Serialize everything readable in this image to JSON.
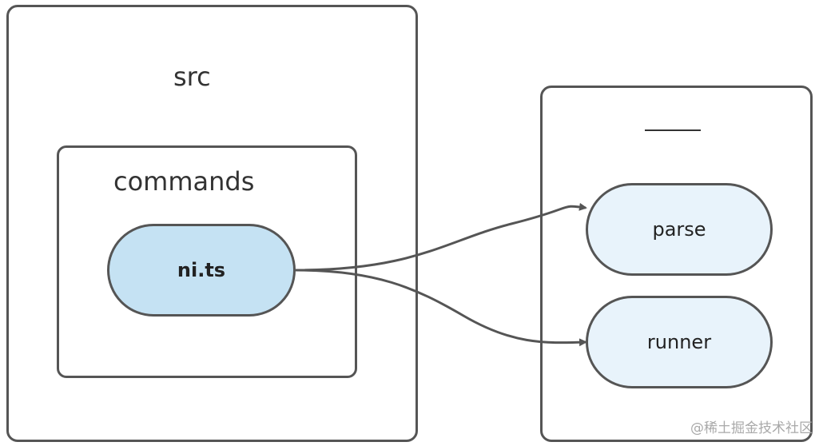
{
  "diagram": {
    "src_label": "src",
    "commands_label": "commands",
    "external_label": "",
    "nodes": {
      "ni": "ni.ts",
      "parse": "parse",
      "runner": "runner"
    },
    "edges": [
      {
        "from": "ni.ts",
        "to": "parse"
      },
      {
        "from": "ni.ts",
        "to": "runner"
      }
    ]
  },
  "colors": {
    "border": "#555555",
    "ni_fill": "#c5e2f3",
    "target_fill": "#e8f3fb",
    "arrow": "#555555"
  },
  "watermark": "@稀土掘金技术社区"
}
